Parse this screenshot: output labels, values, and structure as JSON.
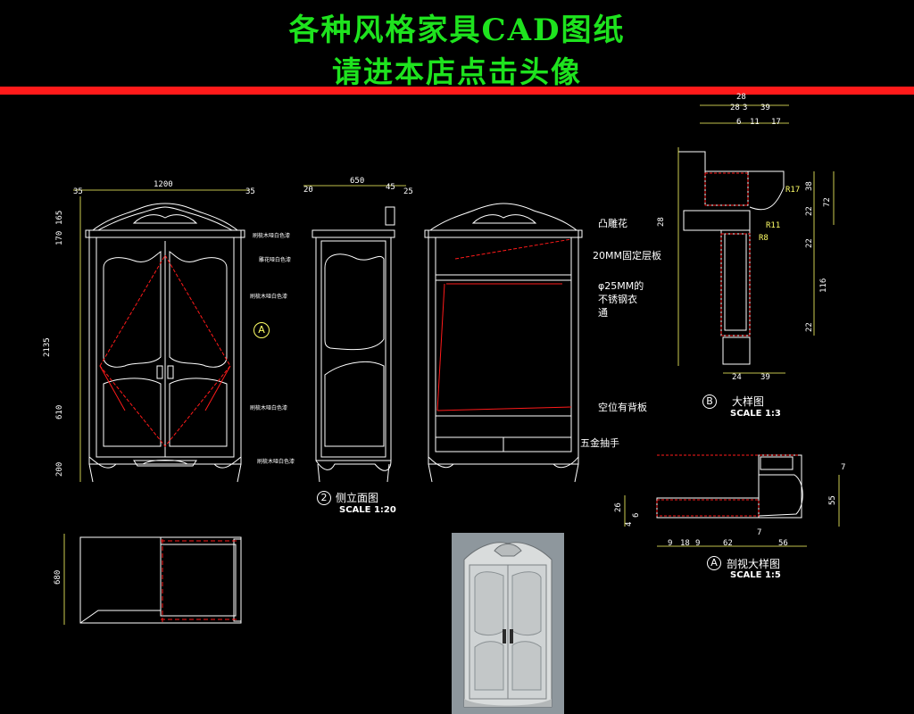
{
  "banner": {
    "title_line1": "各种风格家具CAD图纸",
    "title_line2": "请进本店点击头像"
  },
  "colors": {
    "title": "#1ee31e",
    "accent_red": "#ff1a1a",
    "dimension_yellow": "#ffff66",
    "line_white": "#ffffff"
  },
  "front_view": {
    "dim_top": [
      "35",
      "1200",
      "35"
    ],
    "dim_left": [
      "165",
      "170",
      "2135",
      "610",
      "200"
    ],
    "callouts": [
      "刷梳木哑白色漆",
      "雕花哑白色漆",
      "刷梳木哑白色漆",
      "刷梳木哑白色漆",
      "刷梳木哑白色漆"
    ]
  },
  "side_view": {
    "dim_top": [
      "20",
      "650",
      "45",
      "25"
    ],
    "label": "侧立面图",
    "number": "2",
    "scale": "SCALE 1:20"
  },
  "interior_view": {
    "callouts": [
      "凸雕花",
      "20MM固定层板",
      "φ25MM的",
      "不锈钢衣",
      "通",
      "空位有背板",
      "五金抽手"
    ]
  },
  "plan_view": {
    "dim_left": "680"
  },
  "detail_b": {
    "dim_top": [
      "28",
      "3",
      "39",
      "6",
      "11",
      "17"
    ],
    "dim_right": [
      "38",
      "22",
      "72",
      "22",
      "116",
      "22"
    ],
    "dim_left": [
      "28"
    ],
    "dim_bottom": [
      "24",
      "39"
    ],
    "radii": [
      "R17",
      "R11",
      "R8"
    ],
    "marker": "B",
    "label": "大样图",
    "scale": "SCALE 1:3"
  },
  "detail_a": {
    "dim_left": [
      "26",
      "4",
      "6"
    ],
    "dim_bottom": [
      "9",
      "18",
      "9",
      "62",
      "7",
      "56"
    ],
    "dim_right": [
      "7",
      "55"
    ],
    "marker": "A",
    "label": "剖视大样图",
    "scale": "SCALE 1:5"
  },
  "section_marker_a": "A"
}
